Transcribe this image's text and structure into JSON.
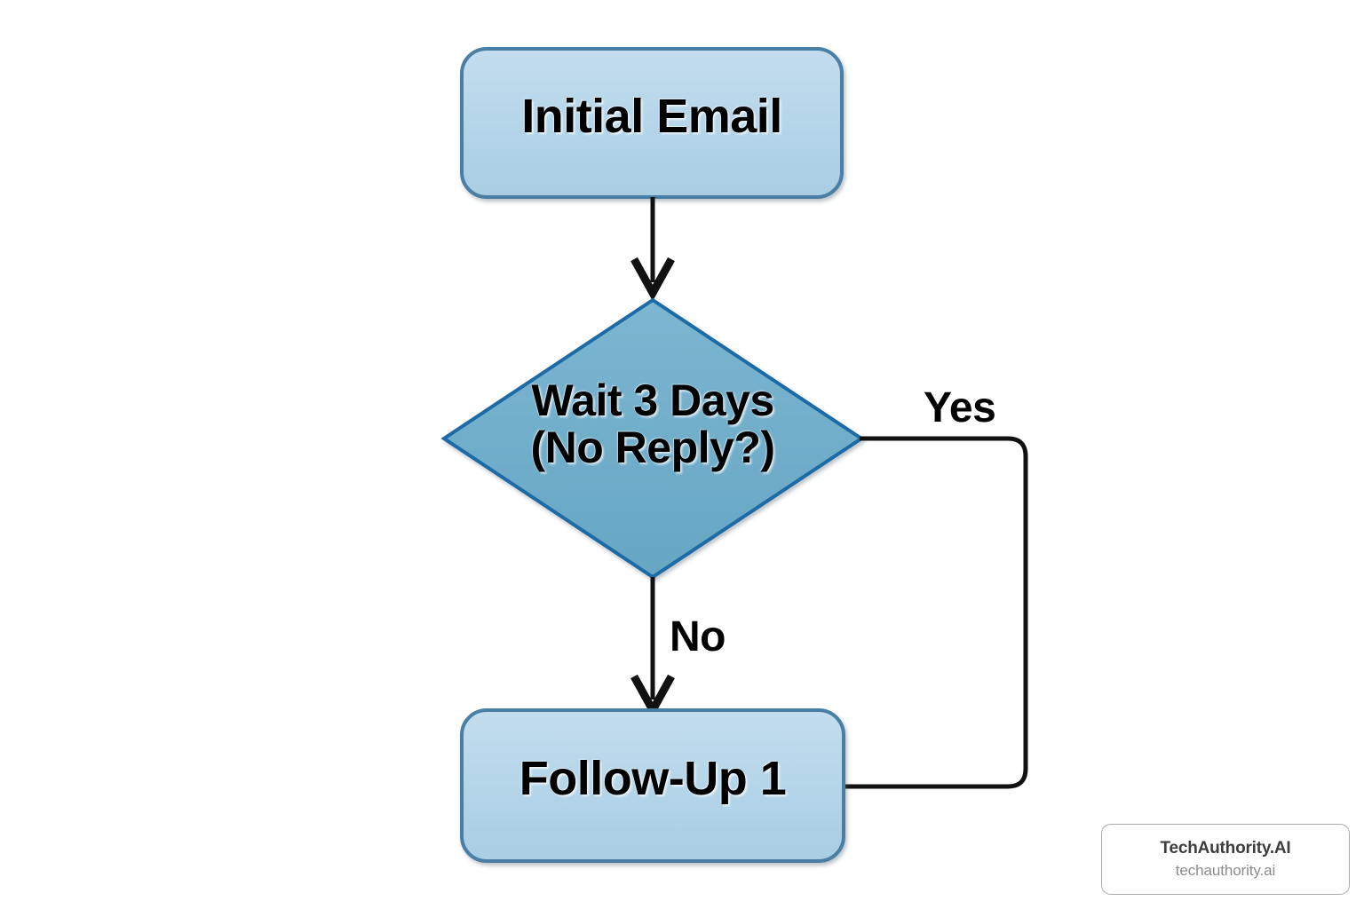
{
  "diagram": {
    "type": "flowchart",
    "background_color": "#ffffff",
    "nodes": [
      {
        "id": "initial-email",
        "label": "Initial Email",
        "shape": "rounded-rectangle",
        "fill_color": "#b7d7ea",
        "border_color": "#4a7fa5"
      },
      {
        "id": "wait-3-days",
        "label_line1": "Wait 3 Days",
        "label_line2": "(No Reply?)",
        "shape": "diamond",
        "fill_color": "#72aeca",
        "border_color": "#1f6ba6"
      },
      {
        "id": "follow-up-1",
        "label": "Follow-Up 1",
        "shape": "rounded-rectangle",
        "fill_color": "#b7d7ea",
        "border_color": "#4a7fa5"
      }
    ],
    "edges": [
      {
        "id": "initial-to-decision",
        "from": "initial-email",
        "to": "wait-3-days",
        "label": "",
        "color": "#111111",
        "arrow": "open"
      },
      {
        "id": "decision-yes",
        "from": "wait-3-days",
        "to": "follow-up-1",
        "label": "Yes",
        "color": "#111111",
        "arrow": "none"
      },
      {
        "id": "decision-no",
        "from": "wait-3-days",
        "to": "follow-up-1",
        "label": "No",
        "color": "#111111",
        "arrow": "open"
      }
    ]
  },
  "watermark": {
    "name": "TechAuthority.AI",
    "url": "techauthority.ai",
    "border_color": "#a9a9a9"
  }
}
